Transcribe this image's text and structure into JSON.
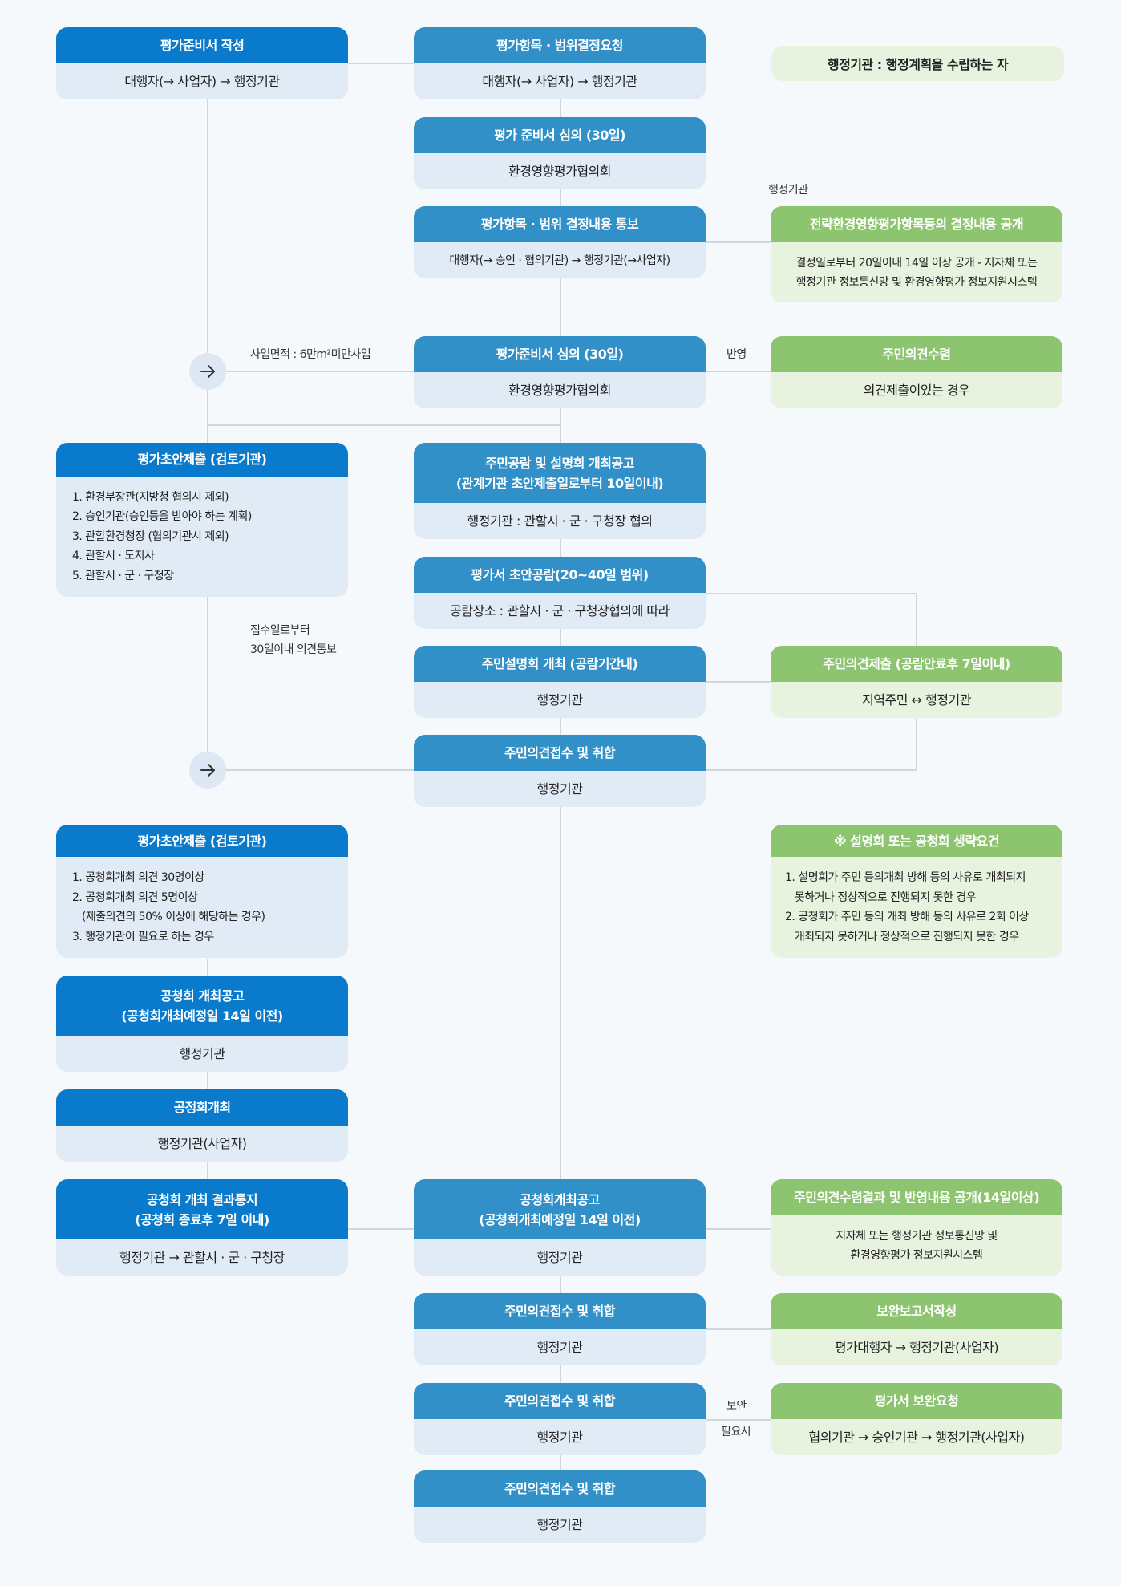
{
  "note": "행정기관 : 행정계획을 수립하는 자",
  "boxes": {
    "b1": {
      "title": "평가준비서 작성",
      "body": "대행자(→ 사업자) → 행정기관"
    },
    "b2": {
      "title": "평가항목 · 범위결정요청",
      "body": "대행자(→ 사업자) → 행정기관"
    },
    "b3": {
      "title": "평가 준비서 심의 (30일)",
      "body": "환경영향평가협의회"
    },
    "b4": {
      "title": "평가항목 · 범위 결정내용 통보",
      "body": "대행자(→ 승인 · 협의기관) → 행정기관(→사업자)"
    },
    "g1": {
      "title": "전략환경영향평가항목등의 결정내용 공개",
      "body": [
        "결정일로부터 20일이내 14일 이상 공개 - 지자체 또는",
        "행정기관 정보통신망 및 환경영향평가 정보지원시스템"
      ]
    },
    "b5": {
      "title": "평가준비서 심의 (30일)",
      "body": "환경영향평가협의회"
    },
    "g2": {
      "title": "주민의견수렴",
      "body": "의견제출이있는 경우"
    },
    "l1": {
      "title": "평가초안제출 (검토기관)",
      "items": [
        "1. 환경부장관(지방청 협의시 제외)",
        "2. 승인기관(승인등을 받아야 하는 계획)",
        "3. 관할환경청장 (협의기관시 제외)",
        "4. 관할시 · 도지사",
        "5. 관할시 · 군 · 구청장"
      ]
    },
    "b6": {
      "title": [
        "주민공람 및 설명회 개최공고",
        "(관계기관 초안제출일로부터 10일이내)"
      ],
      "body": "행정기관 : 관할시 · 군 · 구청장 협의"
    },
    "b7": {
      "title": "평가서 초안공람(20~40일 범위)",
      "body": "공람장소 : 관할시 · 군 · 구청장협의에 따라"
    },
    "b8": {
      "title": "주민설명회 개최 (공람기간내)",
      "body": "행정기관"
    },
    "g3": {
      "title": "주민의견제출 (공람만료후 7일이내)",
      "body": "지역주민 ↔ 행정기관"
    },
    "b9": {
      "title": "주민의견접수 및 취합",
      "body": "행정기관"
    },
    "l2": {
      "title": "평가초안제출 (검토기관)",
      "items": [
        "1. 공청회개최 의견 30명이상",
        "2. 공청회개최 의견 5명이상",
        "   (제출의견의 50% 이상에 해당하는 경우)",
        "3. 행정기관이 필요로 하는 경우"
      ]
    },
    "g4": {
      "title": "※ 설명회 또는 공청회 생략요건",
      "items": [
        "1. 설명회가 주민 등의개최 방해 등의 사유로 개최되지",
        "   못하거나 정상적으로 진행되지 못한 경우",
        "2. 공청회가 주민 등의 개최 방해 등의 사유로 2회 이상",
        "   개최되지 못하거나 정상적으로 진행되지 못한 경우"
      ]
    },
    "l3": {
      "title": [
        "공청회 개최공고",
        "(공청회개최예정일 14일 이전)"
      ],
      "body": "행정기관"
    },
    "l4": {
      "title": "공정회개최",
      "body": "행정기관(사업자)"
    },
    "l5": {
      "title": [
        "공청회 개최 결과통지",
        "(공청회 종료후 7일 이내)"
      ],
      "body": "행정기관 → 관할시 · 군 · 구청장"
    },
    "b10": {
      "title": [
        "공청회개최공고",
        "(공청회개최예정일 14일 이전)"
      ],
      "body": "행정기관"
    },
    "g5": {
      "title": "주민의견수렴결과 및 반영내용 공개(14일이상)",
      "body": [
        "지자체 또는 행정기관 정보통신망 및",
        "환경영향평가 정보지원시스템"
      ]
    },
    "b11": {
      "title": "주민의견접수 및 취합",
      "body": "행정기관"
    },
    "g6": {
      "title": "보완보고서작성",
      "body": "평가대행자 → 행정기관(사업자)"
    },
    "b12": {
      "title": "주민의견접수 및 취합",
      "body": "행정기관"
    },
    "g7": {
      "title": "평가서 보완요청",
      "body": "협의기관 → 승인기관 → 행정기관(사업자)"
    },
    "b13": {
      "title": "주민의견접수 및 취합",
      "body": "행정기관"
    }
  },
  "labels": {
    "haengjeong": "행정기관",
    "area": "사업면적 : 6만m²미만사업",
    "banyeong": "반영",
    "receipt1": "접수일로부터",
    "receipt2": "30일이내 의견통보",
    "boan": "보안",
    "pilyo": "필요시"
  },
  "icons": {
    "arrow": "arrow-right-icon"
  },
  "colors": {
    "primary_blue": "#0a7bcc",
    "secondary_blue": "#3090c7",
    "green": "#8cc470",
    "light_blue": "#e1ebf6",
    "light_green": "#e7f2df"
  }
}
